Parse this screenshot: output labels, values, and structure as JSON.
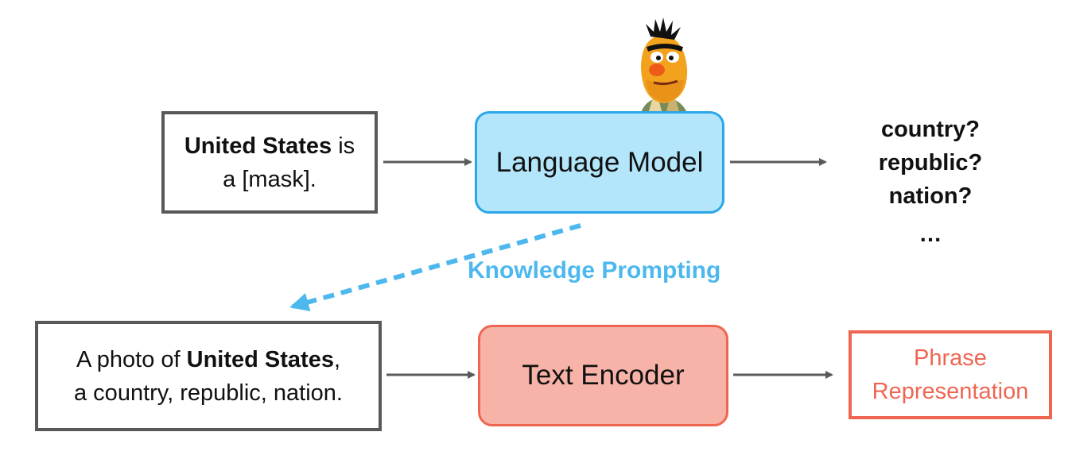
{
  "input_box": {
    "line1_bold": "United States",
    "line1_rest": " is",
    "line2": "a [mask]."
  },
  "language_model": {
    "label": "Language Model"
  },
  "predictions": [
    "country?",
    "republic?",
    "nation?",
    "…"
  ],
  "knowledge_prompting": {
    "label": "Knowledge Prompting"
  },
  "prompt_box": {
    "line1_prefix": "A photo of ",
    "line1_bold": "United States",
    "line1_suffix": ",",
    "line2": "a country, republic, nation."
  },
  "text_encoder": {
    "label": "Text Encoder"
  },
  "phrase_representation": {
    "line1": "Phrase",
    "line2": "Representation"
  },
  "mascot": {
    "icon": "puppet-mascot-icon"
  },
  "colors": {
    "box_border": "#585858",
    "lm_fill": "#b3e6fa",
    "lm_border": "#2aa7e8",
    "te_fill": "#f8b3a8",
    "te_border": "#ee6652",
    "accent_blue": "#4db8ee",
    "accent_red": "#ee6652",
    "arrow": "#5a5a5a"
  }
}
